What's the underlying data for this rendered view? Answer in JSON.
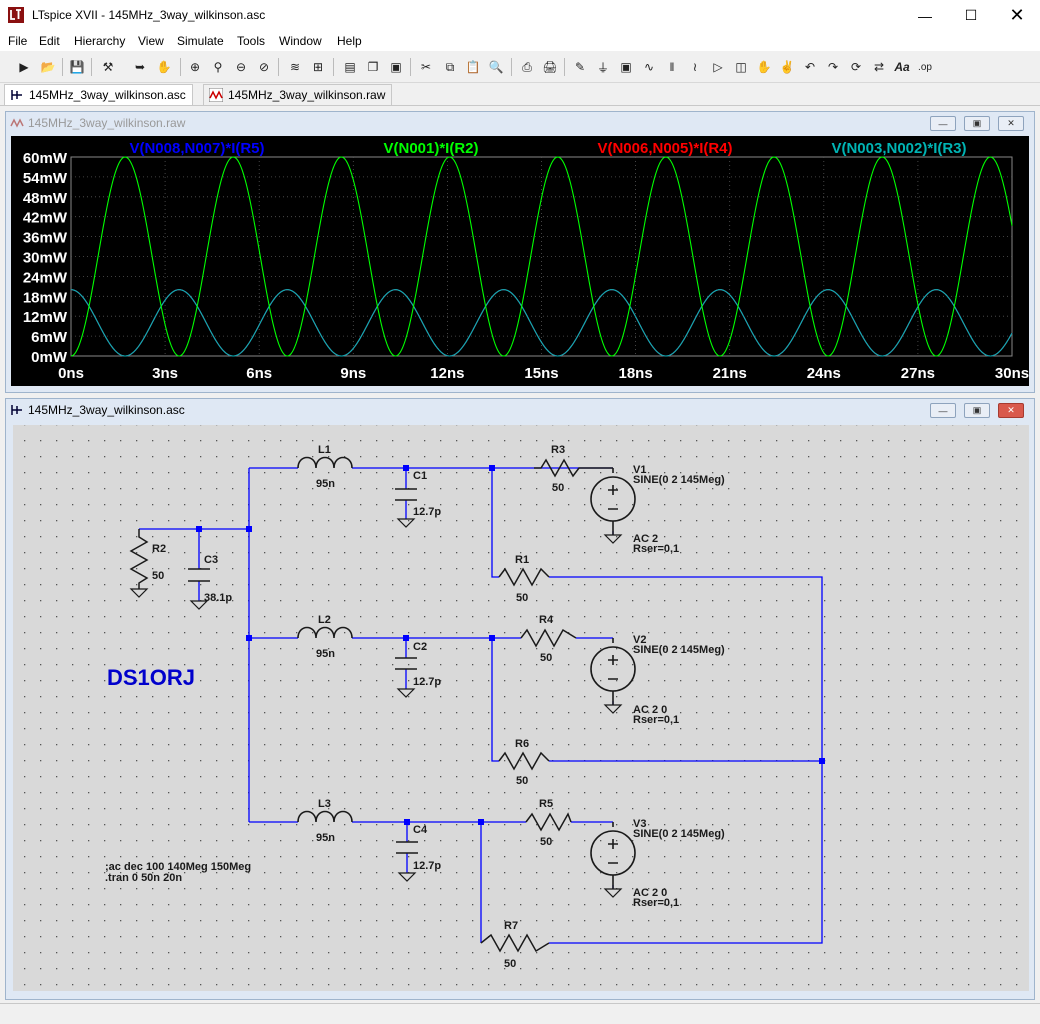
{
  "window": {
    "title": "LTspice XVII - 145MHz_3way_wilkinson.asc"
  },
  "menu": [
    "File",
    "Edit",
    "Hierarchy",
    "View",
    "Simulate",
    "Tools",
    "Window",
    "Help"
  ],
  "toolbar_icons": [
    "new-schematic",
    "open",
    "save",
    "control-panel",
    "run",
    "halt",
    "zoom-in",
    "pan",
    "zoom-out",
    "zoom-cancel",
    "autorange",
    "manual-limits",
    "tile",
    "cascade",
    "close-all",
    "cut",
    "copy",
    "paste",
    "find",
    "print-preview",
    "print",
    "draw-wire",
    "ground",
    "label-net",
    "resistor",
    "capacitor",
    "inductor",
    "diode",
    "component",
    "move",
    "drag",
    "undo",
    "redo",
    "rotate",
    "mirror",
    "text",
    "spice-directive"
  ],
  "tabs": [
    {
      "label": "145MHz_3way_wilkinson.asc",
      "icon": "schematic-icon"
    },
    {
      "label": "145MHz_3way_wilkinson.raw",
      "icon": "waveform-icon"
    }
  ],
  "waveform": {
    "title": "145MHz_3way_wilkinson.raw"
  },
  "schematic": {
    "title": "145MHz_3way_wilkinson.asc"
  },
  "chart_data": {
    "type": "line",
    "title": "",
    "xlabel": "",
    "ylabel": "",
    "xlim": [
      0,
      30
    ],
    "ylim": [
      0,
      60
    ],
    "x_ticks": [
      "0ns",
      "3ns",
      "6ns",
      "9ns",
      "12ns",
      "15ns",
      "18ns",
      "21ns",
      "24ns",
      "27ns",
      "30ns"
    ],
    "y_ticks": [
      "0mW",
      "6mW",
      "12mW",
      "18mW",
      "24mW",
      "30mW",
      "36mW",
      "42mW",
      "48mW",
      "54mW",
      "60mW"
    ],
    "grid": true,
    "background": "#000000",
    "legend_position": "top",
    "series": [
      {
        "name": "V(N008,N007)*I(R5)",
        "color": "#0000ff",
        "shape": "sin2",
        "amplitude_mW": 20,
        "frequency_MHz": 145,
        "phase_deg": 90
      },
      {
        "name": "V(N001)*I(R2)",
        "color": "#00ff00",
        "shape": "sin2",
        "amplitude_mW": 60,
        "frequency_MHz": 145,
        "phase_deg": 0
      },
      {
        "name": "V(N006,N005)*I(R4)",
        "color": "#ff0000",
        "shape": "sin2",
        "amplitude_mW": 20,
        "frequency_MHz": 145,
        "phase_deg": 90
      },
      {
        "name": "V(N003,N002)*I(R3)",
        "color": "#00b4b4",
        "shape": "sin2",
        "amplitude_mW": 20,
        "frequency_MHz": 145,
        "phase_deg": 90
      }
    ]
  },
  "components": {
    "L1": {
      "ref": "L1",
      "value": "95n"
    },
    "L2": {
      "ref": "L2",
      "value": "95n"
    },
    "L3": {
      "ref": "L3",
      "value": "95n"
    },
    "C1": {
      "ref": "C1",
      "value": "12.7p"
    },
    "C2": {
      "ref": "C2",
      "value": "12.7p"
    },
    "C3": {
      "ref": "C3",
      "value": "38.1p"
    },
    "C4": {
      "ref": "C4",
      "value": "12.7p"
    },
    "R1": {
      "ref": "R1",
      "value": "50"
    },
    "R2": {
      "ref": "R2",
      "value": "50"
    },
    "R3": {
      "ref": "R3",
      "value": "50"
    },
    "R4": {
      "ref": "R4",
      "value": "50"
    },
    "R5": {
      "ref": "R5",
      "value": "50"
    },
    "R6": {
      "ref": "R6",
      "value": "50"
    },
    "R7": {
      "ref": "R7",
      "value": "50"
    },
    "V1": {
      "ref": "V1",
      "value": "SINE(0 2 145Meg)",
      "ac": "AC 2",
      "rser": "Rser=0,1"
    },
    "V2": {
      "ref": "V2",
      "value": "SINE(0 2 145Meg)",
      "ac": "AC 2 0",
      "rser": "Rser=0,1"
    },
    "V3": {
      "ref": "V3",
      "value": "SINE(0 2 145Meg)",
      "ac": "AC 2 0",
      "rser": "Rser=0,1"
    }
  },
  "schematic_text": {
    "callsign": "DS1ORJ",
    "directive_ac": ";ac dec 100 140Meg 150Meg",
    "directive_tran": ".tran 0 50n 20n"
  },
  "colors": {
    "wire": "#0000ff",
    "text_blue": "#0000cc",
    "schematic_bg": "#d9d9d9",
    "component": "#1a1a1a"
  }
}
